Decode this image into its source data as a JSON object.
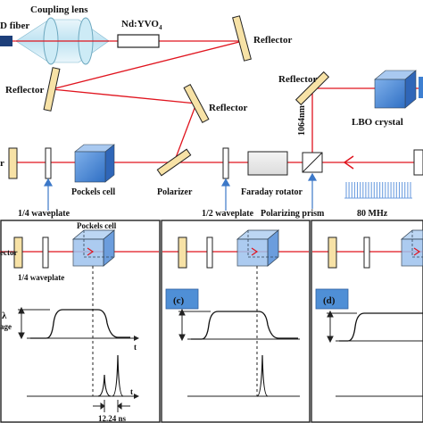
{
  "labels": {
    "fiber": "D fiber",
    "coupling_lens": "Coupling lens",
    "crystal": "Nd:YVO",
    "crystal_sub": "4",
    "reflector_1": "Reflector",
    "reflector_2": "Reflector",
    "reflector_3": "Reflector",
    "reflector_4": "Reflector",
    "lbo": "LBO  crystal",
    "wavelength": "1064nm",
    "left_reflector": "r",
    "quarter_waveplate": "1/4 waveplate",
    "pockels_cell": "Pockels cell",
    "polarizer": "Polarizer",
    "half_waveplate": "1/2 waveplate",
    "faraday_rotator": "Faraday rotator",
    "polarizing_prism": "Polarizing prism",
    "rep_rate": "80 MHz"
  },
  "panels": {
    "b": {
      "reflector": "ector",
      "pockels_cell": "Pockels cell",
      "waveplate": "1/4 waveplate",
      "voltage_symbol": "λ",
      "voltage_word": "age",
      "t_axis_1": "t",
      "t_axis_2": "t",
      "spacing": "12.24 ns"
    },
    "c": {
      "tag": "(c)"
    },
    "d": {
      "tag": "(d)"
    }
  },
  "colors": {
    "beam": "#e0141e",
    "reflector_fill": "#f7e2a6",
    "pockels_blue": "#3d7fd1",
    "panel_tag": "#4f8fd6",
    "arrow_blue": "#3c78c8",
    "pulse_blue": "#6f9fe0"
  }
}
